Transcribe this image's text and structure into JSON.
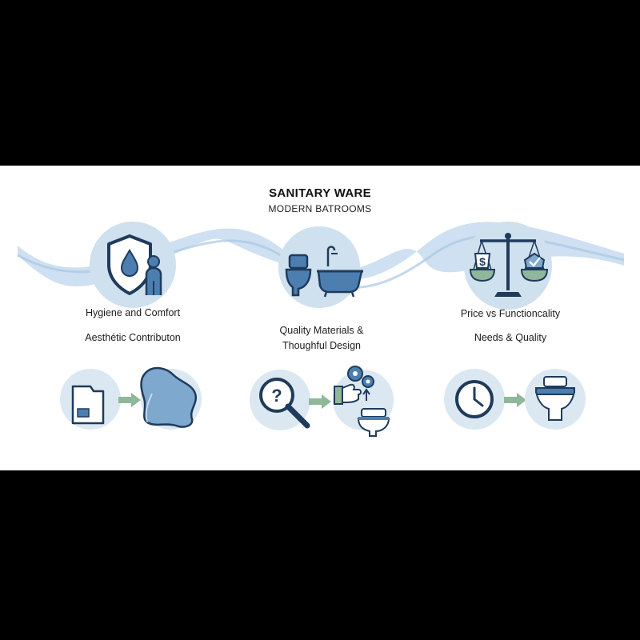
{
  "title": "SANITARY WARE",
  "subtitle": "MODERN BATROOMS",
  "columns": [
    {
      "labels": [
        "Hygiene and Comfort",
        "Aesthétic Contributon"
      ],
      "icon": "shield-water-drop-person-icon",
      "flow": [
        "box-document-icon",
        "arrow-right-icon",
        "abstract-shape-icon"
      ]
    },
    {
      "labels": [
        "Quality Materials & Thoughful Design"
      ],
      "icon": "toilet-bathtub-icon",
      "flow": [
        "magnifier-question-icon",
        "arrow-right-icon",
        "gear-hand-toilet-icon"
      ]
    },
    {
      "labels": [
        "Price vs Functioncality",
        "Needs & Quality"
      ],
      "icon": "balance-scale-icon",
      "flow": [
        "clock-icon",
        "arrow-right-icon",
        "toilet-icon"
      ]
    }
  ],
  "colors": {
    "navy": "#1f3b5c",
    "circle": "#cfe0ee",
    "wave": "#c6dbee",
    "blue": "#4c7fb0",
    "green": "#8fb89a"
  }
}
